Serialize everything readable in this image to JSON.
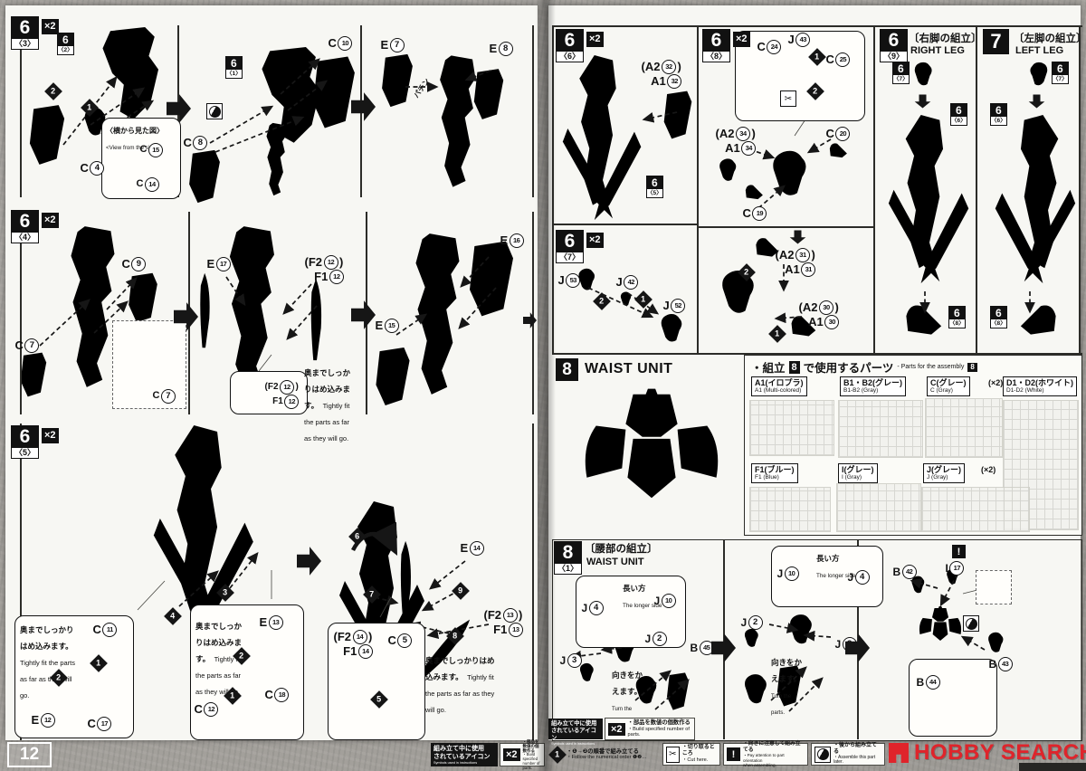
{
  "nums": {
    "n1": "1",
    "n2": "2",
    "n3": "3",
    "n4": "4",
    "n5": "5",
    "n6": "6",
    "n7": "7",
    "n8": "8",
    "n9": "9"
  },
  "strings": {
    "x2m": "×2",
    "scissors": "✂",
    "warn": "!",
    "page_number": "12"
  },
  "headers": {
    "s3": {
      "n": "6",
      "s": "〈3〉"
    },
    "s4": {
      "n": "6",
      "s": "〈4〉"
    },
    "s5": {
      "n": "6",
      "s": "〈5〉"
    },
    "s6": {
      "n": "6",
      "s": "〈6〉"
    },
    "s7": {
      "n": "6",
      "s": "〈7〉"
    },
    "s8": {
      "n": "6",
      "s": "〈8〉"
    },
    "s9": {
      "n": "6",
      "s": "〈9〉"
    },
    "s7L": {
      "n": "7"
    },
    "w8": {
      "n": "8"
    },
    "w81": {
      "n": "8",
      "s": "〈1〉"
    }
  },
  "refs": {
    "r61": {
      "n": "6",
      "s": "〈1〉"
    },
    "r62": {
      "n": "6",
      "s": "〈2〉"
    },
    "r65": {
      "n": "6",
      "s": "〈5〉"
    },
    "r66": {
      "n": "6",
      "s": "〈6〉"
    },
    "r67": {
      "n": "6",
      "s": "〈7〉"
    },
    "r68": {
      "n": "6",
      "s": "〈8〉"
    }
  },
  "titles": {
    "right_leg_jp": "〔右脚の組立〕",
    "right_leg_en": "RIGHT LEG",
    "left_leg_jp": "〔左脚の組立〕",
    "left_leg_en": "LEFT LEG",
    "waist_unit": "WAIST UNIT",
    "waist_jp": "〔腰部の組立〕"
  },
  "notes": {
    "view_jp": "〈横から見た図〉",
    "view_en": "<View from the side>",
    "tight_jp": "奥までしっかりはめ込みます。",
    "tight_en": "Tightly fit the parts as far as they will go.",
    "turn_jp": "向きをかえます。",
    "turn_en": "Turn the parts.",
    "longer_jp": "長い方",
    "longer_en": "The longer side",
    "snap": "パチン"
  },
  "parts": {
    "c4": [
      [
        {
          "t": "C"
        },
        {
          "n": "4"
        }
      ]
    ],
    "c14": [
      [
        {
          "t": "C"
        },
        {
          "n": "14"
        }
      ]
    ],
    "c15": [
      [
        {
          "t": "C"
        },
        {
          "n": "15"
        }
      ]
    ],
    "c8": [
      [
        {
          "t": "C"
        },
        {
          "n": "8"
        }
      ]
    ],
    "c10": [
      [
        {
          "t": "C"
        },
        {
          "n": "10"
        }
      ]
    ],
    "e7": [
      [
        {
          "t": "E"
        },
        {
          "n": "7"
        }
      ]
    ],
    "e8": [
      [
        {
          "t": "E"
        },
        {
          "n": "8"
        }
      ]
    ],
    "c9": [
      [
        {
          "t": "C"
        },
        {
          "n": "9"
        }
      ]
    ],
    "c7": [
      [
        {
          "t": "C"
        },
        {
          "n": "7"
        }
      ]
    ],
    "e17": [
      [
        {
          "t": "E"
        },
        {
          "n": "17"
        }
      ]
    ],
    "f2_12": [
      [
        {
          "t": "(F2"
        },
        {
          "n": "12"
        },
        {
          "t": ")"
        }
      ],
      [
        {
          "t": "F1"
        },
        {
          "n": "12"
        }
      ]
    ],
    "e15": [
      [
        {
          "t": "E"
        },
        {
          "n": "15"
        }
      ]
    ],
    "e16": [
      [
        {
          "t": "E"
        },
        {
          "n": "16"
        }
      ]
    ],
    "c11": [
      [
        {
          "t": "C"
        },
        {
          "n": "11"
        }
      ]
    ],
    "e12": [
      [
        {
          "t": "E"
        },
        {
          "n": "12"
        }
      ]
    ],
    "c17": [
      [
        {
          "t": "C"
        },
        {
          "n": "17"
        }
      ]
    ],
    "e13": [
      [
        {
          "t": "E"
        },
        {
          "n": "13"
        }
      ]
    ],
    "c12": [
      [
        {
          "t": "C"
        },
        {
          "n": "12"
        }
      ]
    ],
    "c18": [
      [
        {
          "t": "C"
        },
        {
          "n": "18"
        }
      ]
    ],
    "f2_14": [
      [
        {
          "t": "(F2"
        },
        {
          "n": "14"
        },
        {
          "t": ")"
        }
      ],
      [
        {
          "t": "F1"
        },
        {
          "n": "14"
        }
      ]
    ],
    "c5": [
      [
        {
          "t": "C"
        },
        {
          "n": "5"
        }
      ]
    ],
    "e14": [
      [
        {
          "t": "E"
        },
        {
          "n": "14"
        }
      ]
    ],
    "f2_13": [
      [
        {
          "t": "(F2"
        },
        {
          "n": "13"
        },
        {
          "t": ")"
        }
      ],
      [
        {
          "t": "F1"
        },
        {
          "n": "13"
        }
      ]
    ],
    "a2_32": [
      [
        {
          "t": "(A2"
        },
        {
          "n": "32"
        },
        {
          "t": ")"
        }
      ],
      [
        {
          "t": "A1"
        },
        {
          "n": "32"
        }
      ]
    ],
    "a2_34": [
      [
        {
          "t": "(A2"
        },
        {
          "n": "34"
        },
        {
          "t": ")"
        }
      ],
      [
        {
          "t": "A1"
        },
        {
          "n": "34"
        }
      ]
    ],
    "a2_31": [
      [
        {
          "t": "(A2"
        },
        {
          "n": "31"
        },
        {
          "t": ")"
        }
      ],
      [
        {
          "t": "A1"
        },
        {
          "n": "31"
        }
      ]
    ],
    "a2_30": [
      [
        {
          "t": "(A2"
        },
        {
          "n": "30"
        },
        {
          "t": ")"
        }
      ],
      [
        {
          "t": "A1"
        },
        {
          "n": "30"
        }
      ]
    ],
    "c24": [
      [
        {
          "t": "C"
        },
        {
          "n": "24"
        }
      ]
    ],
    "j43": [
      [
        {
          "t": "J"
        },
        {
          "n": "43"
        }
      ]
    ],
    "c25": [
      [
        {
          "t": "C"
        },
        {
          "n": "25"
        }
      ]
    ],
    "c20": [
      [
        {
          "t": "C"
        },
        {
          "n": "20"
        }
      ]
    ],
    "c19": [
      [
        {
          "t": "C"
        },
        {
          "n": "19"
        }
      ]
    ],
    "j53": [
      [
        {
          "t": "J"
        },
        {
          "n": "53"
        }
      ]
    ],
    "j42": [
      [
        {
          "t": "J"
        },
        {
          "n": "42"
        }
      ]
    ],
    "j52": [
      [
        {
          "t": "J"
        },
        {
          "n": "52"
        }
      ]
    ],
    "j4": [
      [
        {
          "t": "J"
        },
        {
          "n": "4"
        }
      ]
    ],
    "j10": [
      [
        {
          "t": "J"
        },
        {
          "n": "10"
        }
      ]
    ],
    "j2": [
      [
        {
          "t": "J"
        },
        {
          "n": "2"
        }
      ]
    ],
    "j3": [
      [
        {
          "t": "J"
        },
        {
          "n": "3"
        }
      ]
    ],
    "b45": [
      [
        {
          "t": "B"
        },
        {
          "n": "45"
        }
      ]
    ],
    "b42": [
      [
        {
          "t": "B"
        },
        {
          "n": "42"
        }
      ]
    ],
    "i17": [
      [
        {
          "t": "I"
        },
        {
          "n": "17"
        }
      ]
    ],
    "b43": [
      [
        {
          "t": "B"
        },
        {
          "n": "43"
        }
      ]
    ],
    "b44": [
      [
        {
          "t": "B"
        },
        {
          "n": "44"
        }
      ]
    ]
  },
  "partsbox": {
    "t_jp1": "・組立",
    "t_n": "8",
    "t_jp2": "で使用するパーツ",
    "t_en": "- Parts for the assembly",
    "t_en_n": "8",
    "runners": [
      {
        "jp": "A1(イロプラ)",
        "en": "A1 (Multi-colored)"
      },
      {
        "jp": "B1・B2(グレー)",
        "en": "B1-B2 (Gray)"
      },
      {
        "jp": "C(グレー)",
        "en": "C (Gray)",
        "mult": "(×2)"
      },
      {
        "jp": "D1・D2(ホワイト)",
        "en": "D1-D2 (White)"
      },
      {
        "jp": "F1(ブルー)",
        "en": "F1 (Blue)"
      },
      {
        "jp": "I(グレー)",
        "en": "I (Gray)"
      },
      {
        "jp": "J(グレー)",
        "en": "J (Gray)",
        "mult": "(×2)"
      }
    ]
  },
  "legend": {
    "sym_jp1": "組み立て中に使用",
    "sym_jp2": "されているアイコン",
    "sym_en": "Symbols used in instructions",
    "x2": "×2",
    "x2_jp": "・部品を数値の個数作る",
    "x2_en": "・Build specified number of parts.",
    "order_jp": "・❶→❷の順番で組み立てる",
    "order_en": "・Follow the numerical order ❶❷…",
    "cut_jp": "・切り取るところ",
    "cut_en": "・Cut here.",
    "orient_jp": "・向きに注意して組み立てる",
    "orient_en1": "・Pay attention to part orientation",
    "orient_en2": "when assembling.",
    "later_jp": "・後から組み立てる",
    "later_en": "・Assemble this part later.",
    "logo": "HOBBY SEARCH"
  }
}
